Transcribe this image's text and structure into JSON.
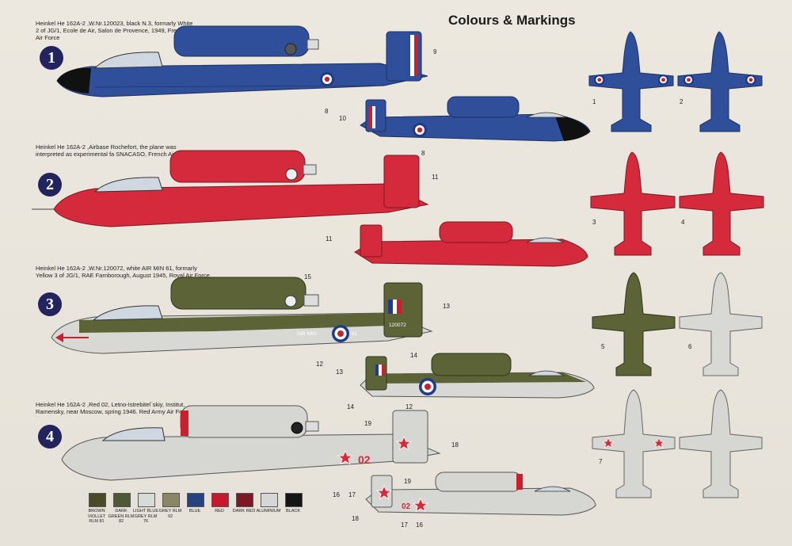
{
  "title": "Colours & Markings",
  "schemes": [
    {
      "number": "1",
      "caption": "Heinkel He 162A-2 ,W.Nr.120023, black N.3, formarly White 2 of JG/1, Ecole de Air, Salon de Provence, 1949, French Air Force"
    },
    {
      "number": "2",
      "caption": "Heinkel He 162A-2 ,Airbase Rochefort, the plane was interpreted as experimental fa SNACASO, French Air Force."
    },
    {
      "number": "3",
      "caption": "Heinkel He 162A-2 ,W.Nr.120072, white AIR MIN 61, formarly Yellow 3 of JG/1, RAE Farnborough, August 1945, Royal Air Force"
    },
    {
      "number": "4",
      "caption": "Heinkel He 162A-2 ,Red 02, Letno-Istrebitel`skiy, Institut, Ramensky, near Moscow, spring 1946. Red Army Air Force."
    }
  ],
  "markings": {
    "air_min": "AIR MIN",
    "air_min_num": "61",
    "serial": "120072",
    "red_code": "02"
  },
  "callouts": {
    "c1": "1",
    "c2": "2",
    "c3": "3",
    "c4": "4",
    "c5": "5",
    "c6": "6",
    "c7": "7",
    "c8": "8",
    "c9": "9",
    "c10": "10",
    "c11": "11",
    "c12": "12",
    "c13": "13",
    "c14": "14",
    "c15": "15",
    "c16": "16",
    "c17": "17",
    "c18": "18",
    "c19": "19"
  },
  "colors": {
    "blue": "#2f4f9a",
    "red": "#d42a3c",
    "dark_green": "#5c6437",
    "grey": "#d8d8d4",
    "brown": "#6b5a2d",
    "roundel_blue": "#1f3a8a",
    "roundel_red": "#c8202e"
  },
  "swatches": [
    {
      "label": "BROWN VIOLLET RLM 81",
      "color": "#4a4a28"
    },
    {
      "label": "DARK GREEN RLM 82",
      "color": "#4e5a34"
    },
    {
      "label": "LIGHT BLUE GREY RLM 76",
      "color": "#d8dcd8"
    },
    {
      "label": "GREY RLM 02",
      "color": "#8a8666"
    },
    {
      "label": "BLUE",
      "color": "#23427f"
    },
    {
      "label": "RED",
      "color": "#c61a2c"
    },
    {
      "label": "DARK RED",
      "color": "#7d1827"
    },
    {
      "label": "ALUMINIUM",
      "color": "#d6d6d6"
    },
    {
      "label": "BLACK",
      "color": "#151515"
    }
  ]
}
